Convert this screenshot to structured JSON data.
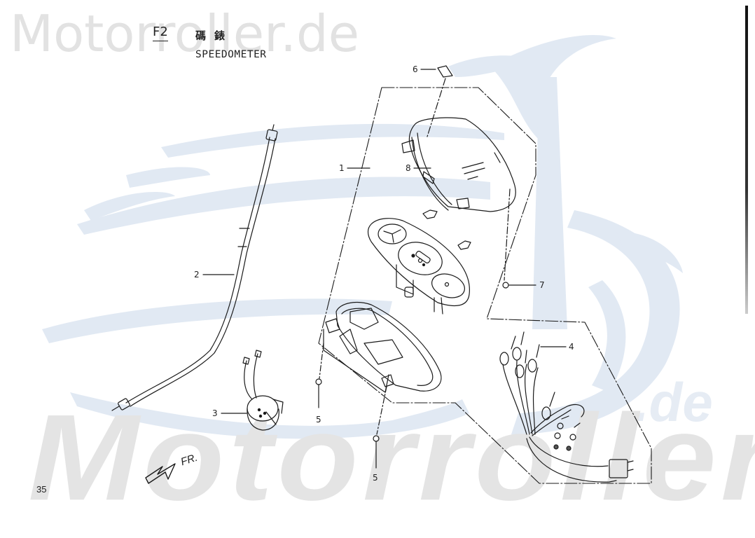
{
  "watermarks": {
    "top_text": "Motorroller.de",
    "bottom_text": "Motorroller",
    "bottom_suffix": ".de",
    "colors": {
      "grey": "#e2e2e2",
      "blue": "#e1e9f3"
    }
  },
  "figure": {
    "code": "F2",
    "chinese_title": "碼錶",
    "title": "SPEEDOMETER"
  },
  "callouts": [
    {
      "number": "1",
      "part": "speedometer assembly"
    },
    {
      "number": "2",
      "part": "speedometer cable"
    },
    {
      "number": "3",
      "part": "socket / bulb holder"
    },
    {
      "number": "4",
      "part": "wiring harness with bulbs"
    },
    {
      "number": "5",
      "part": "screw"
    },
    {
      "number": "5",
      "part": "screw"
    },
    {
      "number": "6",
      "part": "lens clip"
    },
    {
      "number": "7",
      "part": "screw"
    },
    {
      "number": "8",
      "part": "lens / cover"
    }
  ],
  "direction": {
    "label": "FR."
  },
  "page": {
    "number": "35"
  },
  "colors": {
    "line": "#1a1a1a",
    "background": "#ffffff"
  }
}
